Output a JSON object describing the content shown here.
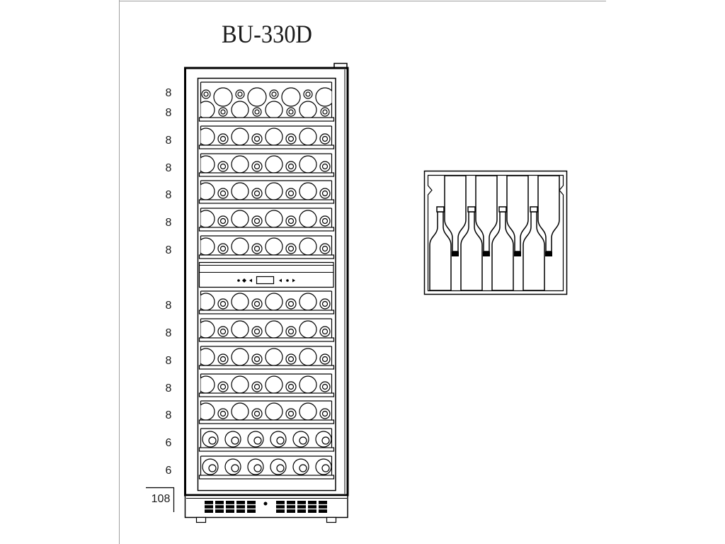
{
  "title": "BU-330D",
  "capacity_labels": [
    "8",
    "8",
    "8",
    "8",
    "8",
    "8",
    "8",
    "8",
    "8",
    "8",
    "8",
    "8",
    "6",
    "6"
  ],
  "total_capacity": "108",
  "icons": {
    "control_panel_key": "touch-key-icon",
    "control_panel_display": "temperature-display-icon",
    "front_bottle_base": "bottle-base-icon",
    "front_bottle_neck": "bottle-neck-icon",
    "section_bottle": "wine-bottle-icon"
  },
  "colors": {
    "line": "#000000",
    "sheet_border": "#a0a0a0",
    "background": "#ffffff"
  }
}
